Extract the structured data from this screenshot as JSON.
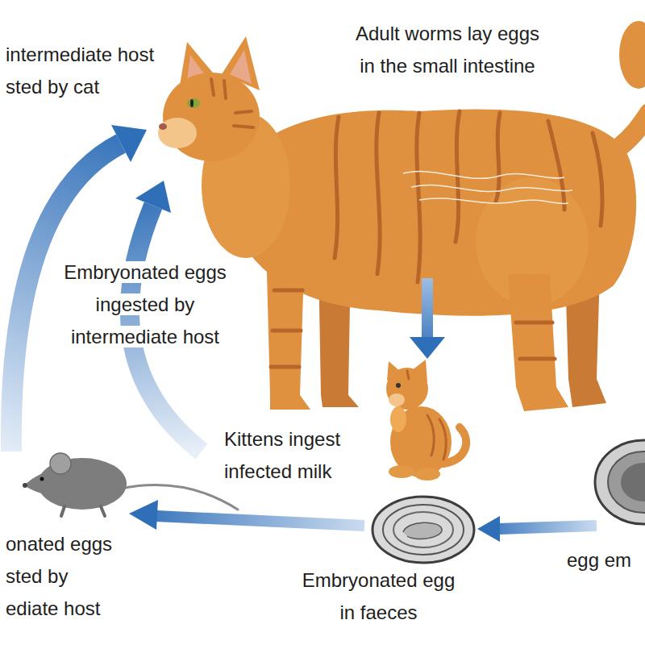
{
  "diagram": {
    "labels": [
      "intermediate host sted by cat",
      "Adult worms lay eggs in the small intestine",
      "Embryonated eggs ingested by intermediate host",
      "Kittens ingest infected milk",
      "onated eggs sted by ediate host",
      "Embryonated egg in faeces",
      "egg em"
    ]
  }
}
